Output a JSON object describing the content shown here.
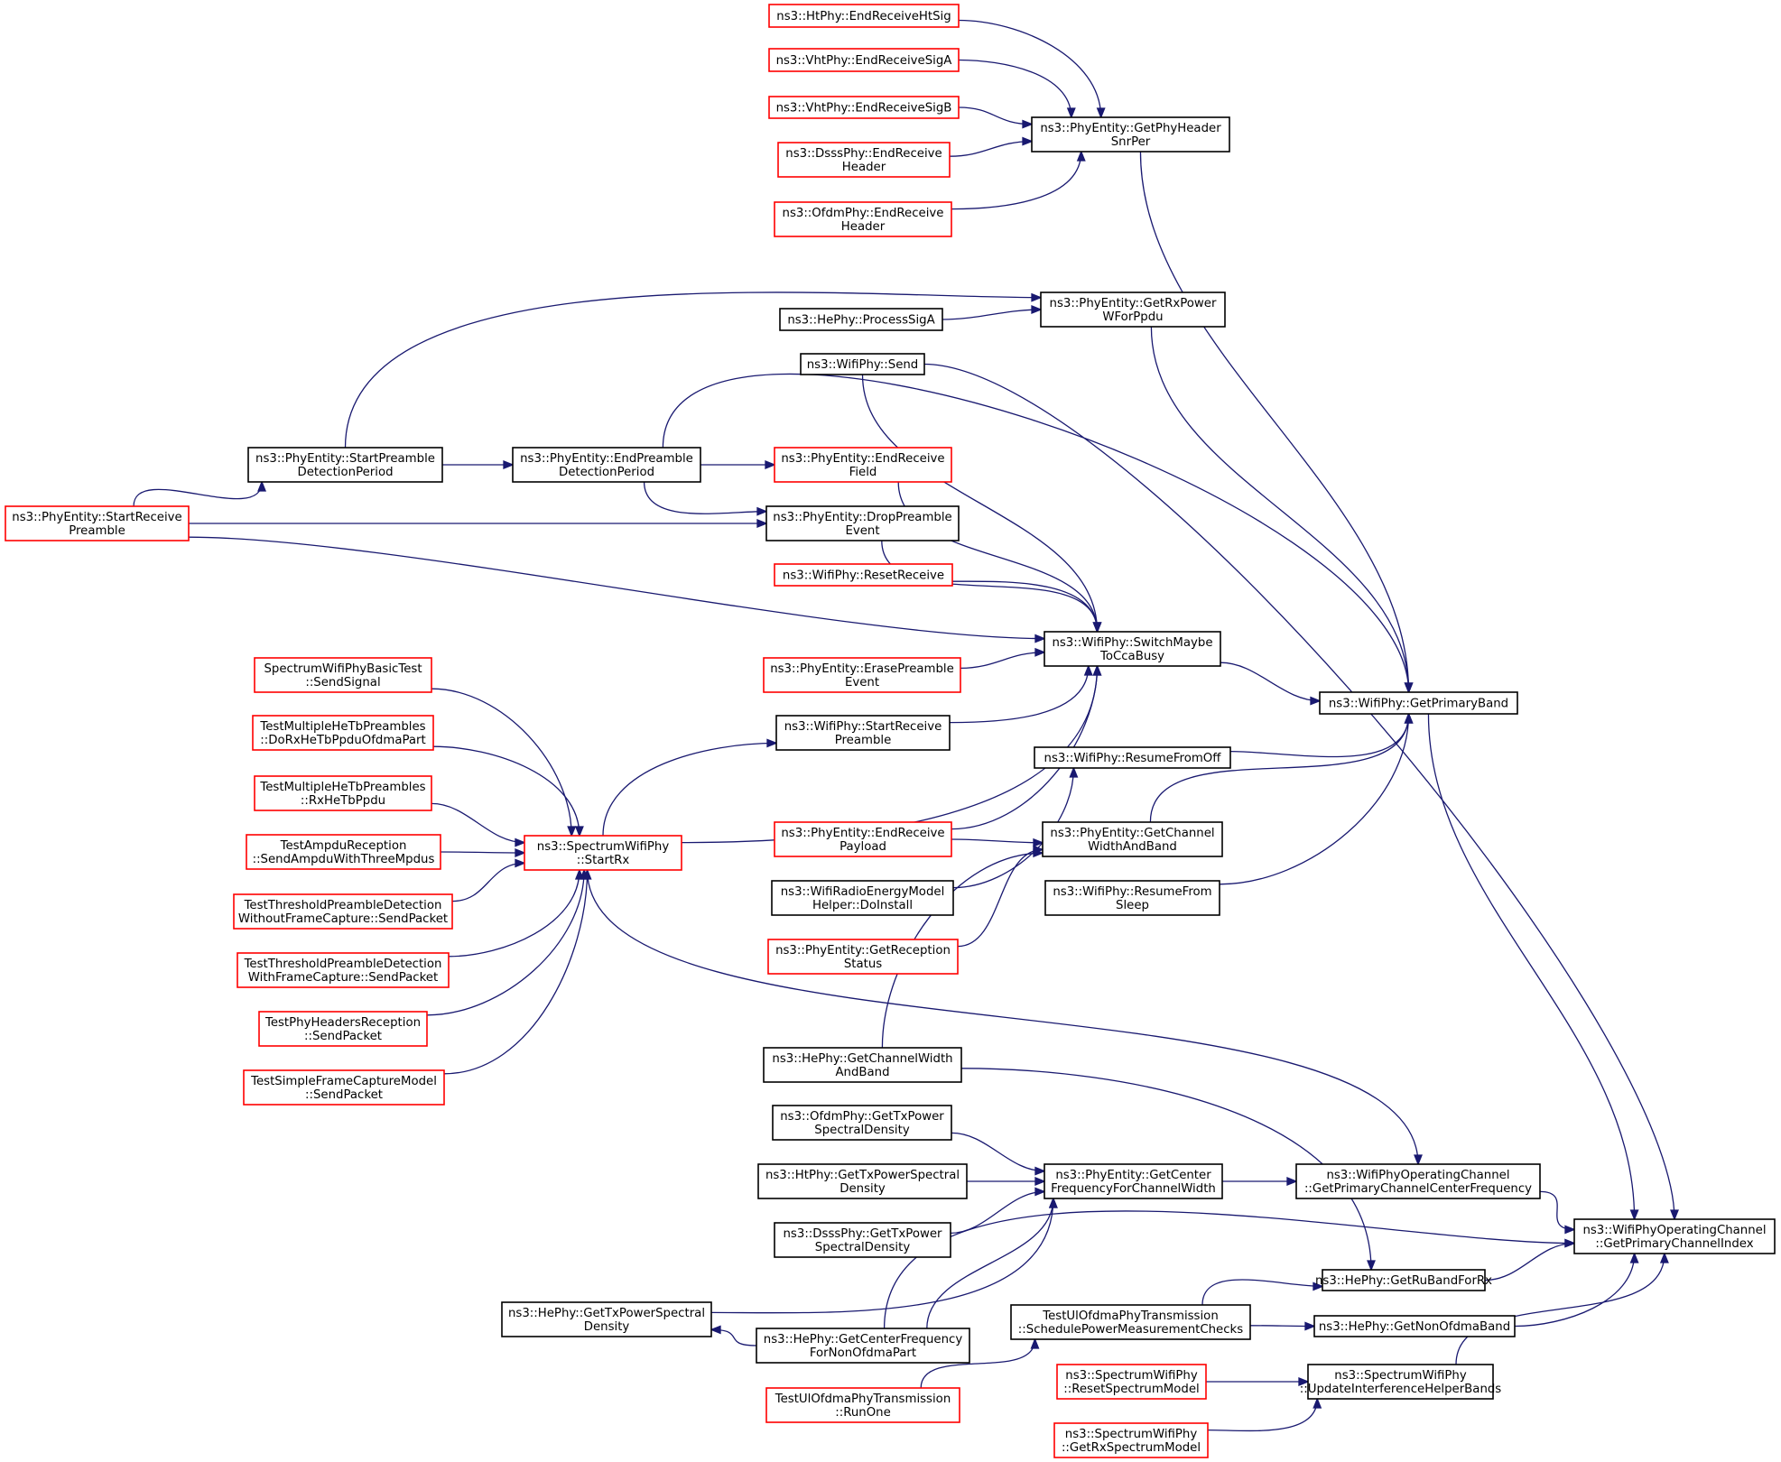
{
  "colors": {
    "edge": "#191970",
    "border_normal": "#000000",
    "border_highlight": "#ff0000",
    "fill_normal": "#ffffff",
    "fill_focus": "#bfbfbf"
  },
  "nodes": [
    {
      "id": "GetPrimaryChannelIndex",
      "lines": [
        "ns3::WifiPhyOperatingChannel",
        "::GetPrimaryChannelIndex"
      ],
      "style": "focus"
    },
    {
      "id": "GetPrimaryChannelCenterFrequency",
      "lines": [
        "ns3::WifiPhyOperatingChannel",
        "::GetPrimaryChannelCenterFrequency"
      ],
      "style": "normal"
    },
    {
      "id": "GetPrimaryBand",
      "lines": [
        "ns3::WifiPhy::GetPrimaryBand"
      ],
      "style": "normal"
    },
    {
      "id": "GetRuBandForRx",
      "lines": [
        "ns3::HePhy::GetRuBandForRx"
      ],
      "style": "normal"
    },
    {
      "id": "GetNonOfdmaBand",
      "lines": [
        "ns3::HePhy::GetNonOfdmaBand"
      ],
      "style": "normal"
    },
    {
      "id": "UpdateInterferenceHelperBands",
      "lines": [
        "ns3::SpectrumWifiPhy",
        "::UpdateInterferenceHelperBands"
      ],
      "style": "normal"
    },
    {
      "id": "GetPhyHeaderSnrPer",
      "lines": [
        "ns3::PhyEntity::GetPhyHeader",
        "SnrPer"
      ],
      "style": "normal"
    },
    {
      "id": "EndReceiveHtSig",
      "lines": [
        "ns3::HtPhy::EndReceiveHtSig"
      ],
      "style": "highlight"
    },
    {
      "id": "EndReceiveSigA",
      "lines": [
        "ns3::VhtPhy::EndReceiveSigA"
      ],
      "style": "highlight"
    },
    {
      "id": "EndReceiveSigB",
      "lines": [
        "ns3::VhtPhy::EndReceiveSigB"
      ],
      "style": "highlight"
    },
    {
      "id": "DsssEndReceiveHeader",
      "lines": [
        "ns3::DsssPhy::EndReceive",
        "Header"
      ],
      "style": "highlight"
    },
    {
      "id": "OfdmEndReceiveHeader",
      "lines": [
        "ns3::OfdmPhy::EndReceive",
        "Header"
      ],
      "style": "highlight"
    },
    {
      "id": "GetRxPowerWForPpdu",
      "lines": [
        "ns3::PhyEntity::GetRxPower",
        "WForPpdu"
      ],
      "style": "normal"
    },
    {
      "id": "ProcessSigA",
      "lines": [
        "ns3::HePhy::ProcessSigA"
      ],
      "style": "normal"
    },
    {
      "id": "WifiPhySend",
      "lines": [
        "ns3::WifiPhy::Send"
      ],
      "style": "normal"
    },
    {
      "id": "StartPreambleDetectionPeriod",
      "lines": [
        "ns3::PhyEntity::StartPreamble",
        "DetectionPeriod"
      ],
      "style": "normal"
    },
    {
      "id": "EndPreambleDetectionPeriod",
      "lines": [
        "ns3::PhyEntity::EndPreamble",
        "DetectionPeriod"
      ],
      "style": "normal"
    },
    {
      "id": "EndReceiveField",
      "lines": [
        "ns3::PhyEntity::EndReceive",
        "Field"
      ],
      "style": "highlight"
    },
    {
      "id": "StartReceivePreamble",
      "lines": [
        "ns3::PhyEntity::StartReceive",
        "Preamble"
      ],
      "style": "highlight"
    },
    {
      "id": "DropPreambleEvent",
      "lines": [
        "ns3::PhyEntity::DropPreamble",
        "Event"
      ],
      "style": "normal"
    },
    {
      "id": "ResetReceive",
      "lines": [
        "ns3::WifiPhy::ResetReceive"
      ],
      "style": "highlight"
    },
    {
      "id": "SwitchMaybeToCcaBusy",
      "lines": [
        "ns3::WifiPhy::SwitchMaybe",
        "ToCcaBusy"
      ],
      "style": "normal"
    },
    {
      "id": "ErasePreambleEvent",
      "lines": [
        "ns3::PhyEntity::ErasePreamble",
        "Event"
      ],
      "style": "highlight"
    },
    {
      "id": "WifiPhyStartReceivePreamble",
      "lines": [
        "ns3::WifiPhy::StartReceive",
        "Preamble"
      ],
      "style": "normal"
    },
    {
      "id": "ResumeFromOff",
      "lines": [
        "ns3::WifiPhy::ResumeFromOff"
      ],
      "style": "normal"
    },
    {
      "id": "GetChannelWidthAndBand",
      "lines": [
        "ns3::PhyEntity::GetChannel",
        "WidthAndBand"
      ],
      "style": "normal"
    },
    {
      "id": "ResumeFromSleep",
      "lines": [
        "ns3::WifiPhy::ResumeFrom",
        "Sleep"
      ],
      "style": "normal"
    },
    {
      "id": "EndReceivePayload",
      "lines": [
        "ns3::PhyEntity::EndReceive",
        "Payload"
      ],
      "style": "highlight"
    },
    {
      "id": "DoInstall",
      "lines": [
        "ns3::WifiRadioEnergyModel",
        "Helper::DoInstall"
      ],
      "style": "normal"
    },
    {
      "id": "GetReceptionStatus",
      "lines": [
        "ns3::PhyEntity::GetReception",
        "Status"
      ],
      "style": "highlight"
    },
    {
      "id": "SpectrumStartRx",
      "lines": [
        "ns3::SpectrumWifiPhy",
        "::StartRx"
      ],
      "style": "highlight"
    },
    {
      "id": "SendSignal",
      "lines": [
        "SpectrumWifiPhyBasicTest",
        "::SendSignal"
      ],
      "style": "highlight"
    },
    {
      "id": "DoRxHeTbPpduOfdmaPart",
      "lines": [
        "TestMultipleHeTbPreambles",
        "::DoRxHeTbPpduOfdmaPart"
      ],
      "style": "highlight"
    },
    {
      "id": "RxHeTbPpdu",
      "lines": [
        "TestMultipleHeTbPreambles",
        "::RxHeTbPpdu"
      ],
      "style": "highlight"
    },
    {
      "id": "SendAmpduWithThreeMpdus",
      "lines": [
        "TestAmpduReception",
        "::SendAmpduWithThreeMpdus"
      ],
      "style": "highlight"
    },
    {
      "id": "WithoutFrameCaptureSendPacket",
      "lines": [
        "TestThresholdPreambleDetection",
        "WithoutFrameCapture::SendPacket"
      ],
      "style": "highlight"
    },
    {
      "id": "WithFrameCaptureSendPacket",
      "lines": [
        "TestThresholdPreambleDetection",
        "WithFrameCapture::SendPacket"
      ],
      "style": "highlight"
    },
    {
      "id": "PhyHeadersSendPacket",
      "lines": [
        "TestPhyHeadersReception",
        "::SendPacket"
      ],
      "style": "highlight"
    },
    {
      "id": "SimpleFrameCaptureSendPacket",
      "lines": [
        "TestSimpleFrameCaptureModel",
        "::SendPacket"
      ],
      "style": "highlight"
    },
    {
      "id": "HeGetChannelWidthAndBand",
      "lines": [
        "ns3::HePhy::GetChannelWidth",
        "AndBand"
      ],
      "style": "normal"
    },
    {
      "id": "OfdmGetTxPowerSpectralDensity",
      "lines": [
        "ns3::OfdmPhy::GetTxPower",
        "SpectralDensity"
      ],
      "style": "normal"
    },
    {
      "id": "HtGetTxPowerSpectralDensity",
      "lines": [
        "ns3::HtPhy::GetTxPowerSpectral",
        "Density"
      ],
      "style": "normal"
    },
    {
      "id": "DsssGetTxPowerSpectralDensity",
      "lines": [
        "ns3::DsssPhy::GetTxPower",
        "SpectralDensity"
      ],
      "style": "normal"
    },
    {
      "id": "GetCenterFrequencyForChannelWidth",
      "lines": [
        "ns3::PhyEntity::GetCenter",
        "FrequencyForChannelWidth"
      ],
      "style": "normal"
    },
    {
      "id": "HeGetTxPowerSpectralDensity",
      "lines": [
        "ns3::HePhy::GetTxPowerSpectral",
        "Density"
      ],
      "style": "normal"
    },
    {
      "id": "GetCenterFrequencyForNonOfdmaPart",
      "lines": [
        "ns3::HePhy::GetCenterFrequency",
        "ForNonOfdmaPart"
      ],
      "style": "normal"
    },
    {
      "id": "SchedulePowerMeasurementChecks",
      "lines": [
        "TestUlOfdmaPhyTransmission",
        "::SchedulePowerMeasurementChecks"
      ],
      "style": "normal"
    },
    {
      "id": "RunOne",
      "lines": [
        "TestUlOfdmaPhyTransmission",
        "::RunOne"
      ],
      "style": "highlight"
    },
    {
      "id": "ResetSpectrumModel",
      "lines": [
        "ns3::SpectrumWifiPhy",
        "::ResetSpectrumModel"
      ],
      "style": "highlight"
    },
    {
      "id": "GetRxSpectrumModel",
      "lines": [
        "ns3::SpectrumWifiPhy",
        "::GetRxSpectrumModel"
      ],
      "style": "highlight"
    }
  ],
  "edges": [
    [
      "GetPrimaryChannelCenterFrequency",
      "GetPrimaryChannelIndex"
    ],
    [
      "GetPrimaryBand",
      "GetPrimaryChannelIndex"
    ],
    [
      "GetRuBandForRx",
      "GetPrimaryChannelIndex"
    ],
    [
      "GetNonOfdmaBand",
      "GetPrimaryChannelIndex"
    ],
    [
      "UpdateInterferenceHelperBands",
      "GetPrimaryChannelIndex"
    ],
    [
      "GetPhyHeaderSnrPer",
      "GetPrimaryBand"
    ],
    [
      "GetRxPowerWForPpdu",
      "GetPrimaryBand"
    ],
    [
      "WifiPhySend",
      "GetPrimaryChannelIndex"
    ],
    [
      "EndPreambleDetectionPeriod",
      "GetPrimaryBand"
    ],
    [
      "SwitchMaybeToCcaBusy",
      "GetPrimaryBand"
    ],
    [
      "ResumeFromOff",
      "GetPrimaryBand"
    ],
    [
      "GetChannelWidthAndBand",
      "GetPrimaryBand"
    ],
    [
      "ResumeFromSleep",
      "GetPrimaryBand"
    ],
    [
      "SpectrumStartRx",
      "GetPrimaryChannelCenterFrequency"
    ],
    [
      "GetCenterFrequencyForChannelWidth",
      "GetPrimaryChannelCenterFrequency"
    ],
    [
      "HeGetChannelWidthAndBand",
      "GetRuBandForRx"
    ],
    [
      "SchedulePowerMeasurementChecks",
      "GetRuBandForRx"
    ],
    [
      "SchedulePowerMeasurementChecks",
      "GetNonOfdmaBand"
    ],
    [
      "GetCenterFrequencyForNonOfdmaPart",
      "GetPrimaryChannelIndex"
    ],
    [
      "EndReceiveHtSig",
      "GetPhyHeaderSnrPer"
    ],
    [
      "EndReceiveSigA",
      "GetPhyHeaderSnrPer"
    ],
    [
      "EndReceiveSigB",
      "GetPhyHeaderSnrPer"
    ],
    [
      "DsssEndReceiveHeader",
      "GetPhyHeaderSnrPer"
    ],
    [
      "OfdmEndReceiveHeader",
      "GetPhyHeaderSnrPer"
    ],
    [
      "ProcessSigA",
      "GetRxPowerWForPpdu"
    ],
    [
      "StartPreambleDetectionPeriod",
      "GetRxPowerWForPpdu"
    ],
    [
      "StartPreambleDetectionPeriod",
      "EndPreambleDetectionPeriod"
    ],
    [
      "StartReceivePreamble",
      "StartPreambleDetectionPeriod"
    ],
    [
      "EndPreambleDetectionPeriod",
      "EndReceiveField"
    ],
    [
      "EndPreambleDetectionPeriod",
      "DropPreambleEvent"
    ],
    [
      "StartReceivePreamble",
      "DropPreambleEvent"
    ],
    [
      "WifiPhySend",
      "SwitchMaybeToCcaBusy"
    ],
    [
      "EndReceiveField",
      "SwitchMaybeToCcaBusy"
    ],
    [
      "DropPreambleEvent",
      "SwitchMaybeToCcaBusy"
    ],
    [
      "ResetReceive",
      "SwitchMaybeToCcaBusy"
    ],
    [
      "StartReceivePreamble",
      "SwitchMaybeToCcaBusy"
    ],
    [
      "ErasePreambleEvent",
      "SwitchMaybeToCcaBusy"
    ],
    [
      "WifiPhyStartReceivePreamble",
      "SwitchMaybeToCcaBusy"
    ],
    [
      "SpectrumStartRx",
      "SwitchMaybeToCcaBusy"
    ],
    [
      "EndReceivePayload",
      "SwitchMaybeToCcaBusy"
    ],
    [
      "SpectrumStartRx",
      "WifiPhyStartReceivePreamble"
    ],
    [
      "DoInstall",
      "ResumeFromOff"
    ],
    [
      "EndReceivePayload",
      "GetChannelWidthAndBand"
    ],
    [
      "GetReceptionStatus",
      "GetChannelWidthAndBand"
    ],
    [
      "HeGetChannelWidthAndBand",
      "GetChannelWidthAndBand"
    ],
    [
      "SendSignal",
      "SpectrumStartRx"
    ],
    [
      "DoRxHeTbPpduOfdmaPart",
      "SpectrumStartRx"
    ],
    [
      "RxHeTbPpdu",
      "SpectrumStartRx"
    ],
    [
      "SendAmpduWithThreeMpdus",
      "SpectrumStartRx"
    ],
    [
      "WithoutFrameCaptureSendPacket",
      "SpectrumStartRx"
    ],
    [
      "WithFrameCaptureSendPacket",
      "SpectrumStartRx"
    ],
    [
      "PhyHeadersSendPacket",
      "SpectrumStartRx"
    ],
    [
      "SimpleFrameCaptureSendPacket",
      "SpectrumStartRx"
    ],
    [
      "OfdmGetTxPowerSpectralDensity",
      "GetCenterFrequencyForChannelWidth"
    ],
    [
      "HtGetTxPowerSpectralDensity",
      "GetCenterFrequencyForChannelWidth"
    ],
    [
      "DsssGetTxPowerSpectralDensity",
      "GetCenterFrequencyForChannelWidth"
    ],
    [
      "HeGetTxPowerSpectralDensity",
      "GetCenterFrequencyForChannelWidth"
    ],
    [
      "GetCenterFrequencyForNonOfdmaPart",
      "GetCenterFrequencyForChannelWidth"
    ],
    [
      "GetCenterFrequencyForNonOfdmaPart",
      "HeGetTxPowerSpectralDensity"
    ],
    [
      "RunOne",
      "SchedulePowerMeasurementChecks"
    ],
    [
      "ResetSpectrumModel",
      "UpdateInterferenceHelperBands"
    ],
    [
      "GetRxSpectrumModel",
      "UpdateInterferenceHelperBands"
    ]
  ]
}
